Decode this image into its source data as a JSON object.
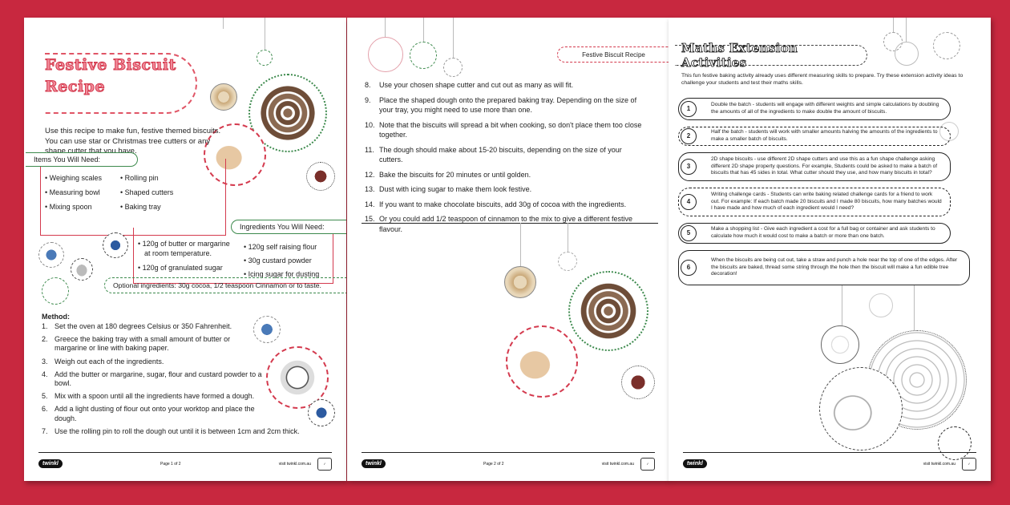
{
  "page1": {
    "title_line1": "Festive Biscuit",
    "title_line2": "Recipe",
    "intro": "Use this recipe to make fun, festive themed biscuits. You can use star or Christmas tree cutters or any shape cutter that you have.",
    "items_title": "Items You Will Need:",
    "items_left": [
      "Weighing scales",
      "Measuring bowl",
      "Mixing spoon"
    ],
    "items_right": [
      "Rolling pin",
      "Shaped cutters",
      "Baking tray"
    ],
    "ingredients_title": "Ingredients You Will Need:",
    "ingredients_left": [
      "120g of butter or margarine",
      "at room temperature.",
      "120g of granulated sugar"
    ],
    "ingredients_right": [
      "120g self raising flour",
      "30g custard powder",
      "Icing sugar for dusting"
    ],
    "optional": "Optional ingredients:  30g cocoa, 1/2 teaspoon Cinnamon or to taste.",
    "method_title": "Method:",
    "method": [
      {
        "n": "1.",
        "t": "Set the oven at 180 degrees Celsius or 350 Fahrenheit."
      },
      {
        "n": "2.",
        "t": "Greece the baking tray with a small amount of butter or margarine or line with baking paper."
      },
      {
        "n": "3.",
        "t": "Weigh out each of the ingredients."
      },
      {
        "n": "4.",
        "t": "Add the butter or margarine, sugar, flour and custard powder to a bowl."
      },
      {
        "n": "5.",
        "t": "Mix with a spoon until all the ingredients have formed a dough."
      },
      {
        "n": "6.",
        "t": "Add a light dusting of flour out onto your worktop and place the dough."
      },
      {
        "n": "7.",
        "t": "Use the rolling pin to roll the dough out until it is between 1cm and 2cm thick."
      }
    ],
    "footer_logo": "twinkl",
    "footer_page": "Page 1 of 2",
    "footer_url": "visit twinkl.com.au"
  },
  "page2": {
    "header": "Festive Biscuit Recipe",
    "steps": [
      {
        "n": "8.",
        "t": "Use your chosen shape cutter and cut out as many as will fit."
      },
      {
        "n": "9.",
        "t": "Place the shaped dough onto the prepared baking tray. Depending on the size of your tray, you might need to use more than one."
      },
      {
        "n": "10.",
        "t": "Note that the biscuits will spread a bit when cooking, so don't place them too close together."
      },
      {
        "n": "11.",
        "t": "The dough should make about 15-20 biscuits, depending on the size of your cutters."
      },
      {
        "n": "12.",
        "t": "Bake the biscuits for 20 minutes or until golden."
      },
      {
        "n": "13.",
        "t": "Dust with icing sugar to make them look festive."
      },
      {
        "n": "14.",
        "t": "If you want to make chocolate biscuits, add 30g of cocoa with the ingredients."
      },
      {
        "n": "15.",
        "t": "Or you could add 1/2 teaspoon of cinnamon to the mix to give a different festive flavour."
      }
    ],
    "footer_logo": "twinkl",
    "footer_page": "Page 2 of 2",
    "footer_url": "visit twinkl.com.au"
  },
  "page3": {
    "title": "Maths Extension Activities",
    "intro": "This fun festive baking activity already uses different measuring skills to prepare. Try these extension activity ideas to challenge your students and test their maths skills.",
    "activities": [
      {
        "n": "1",
        "t": "Double the batch - students will engage with different weights and simple calculations by doubling the amounts of all of the ingredients to make double the amount of biscuits."
      },
      {
        "n": "2",
        "t": "Half the batch - students will work with smaller amounts halving the amounts of the ingredients to make a smaller batch of biscuits."
      },
      {
        "n": "3",
        "t": "2D shape biscuits - use different 2D shape cutters and use this as a fun shape challenge asking different 2D shape property questions. For example, Students could be asked to make a batch of biscuits that has 45 sides in total. What cutter should they use, and how many biscuits in total?"
      },
      {
        "n": "4",
        "t": "Writing challenge cards - Students can write baking related challenge cards for a friend to work out. For example: If each batch made 20 biscuits and I made 80 biscuits, how many batches would I have made and how much of each ingredient would I need?"
      },
      {
        "n": "5",
        "t": "Make a shopping list - Give each ingredient a cost for a full bag or container and ask students to calculate how much it would cost to make a batch or more than one batch."
      },
      {
        "n": "6",
        "t": "When the biscuits are being cut out, take a straw and punch a hole near the top of one of the edges. After the biscuits are baked, thread some string through the hole then the biscuit will make a fun edible tree decoration!"
      }
    ],
    "footer_logo": "twinkl",
    "footer_url": "visit twinkl.com.au"
  },
  "colors": {
    "background": "#c8283f",
    "accent_red": "#d43a4e",
    "accent_green": "#3d8a4d"
  }
}
